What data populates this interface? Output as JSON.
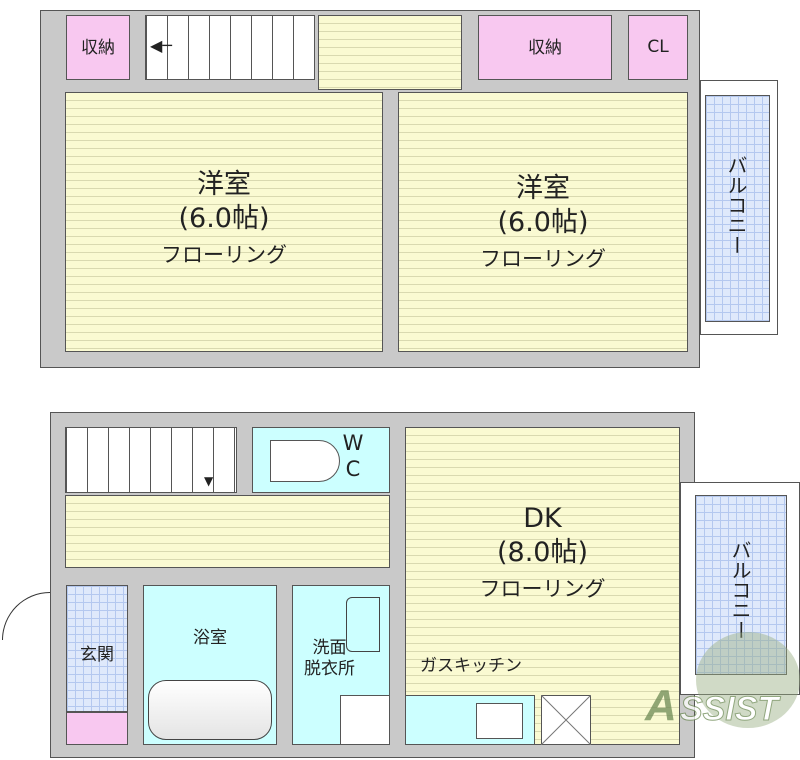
{
  "upper_floor": {
    "room_left": {
      "name": "洋室",
      "size": "(6.0帖)",
      "floor": "フローリング"
    },
    "room_right": {
      "name": "洋室",
      "size": "(6.0帖)",
      "floor": "フローリング"
    },
    "storage_left": "収納",
    "storage_right": "収納",
    "closet": "CL",
    "balcony": "バルコニー"
  },
  "lower_floor": {
    "dk": {
      "name": "DK",
      "size": "(8.0帖)",
      "floor": "フローリング"
    },
    "kitchen": "ガスキッチン",
    "wc": {
      "line1": "W",
      "line2": "C"
    },
    "bath": "浴室",
    "washroom": {
      "line1": "洗面",
      "line2": "脱衣所"
    },
    "entrance": "玄関",
    "balcony": "バルコニー"
  },
  "watermark": {
    "text": "ASSIST",
    "color": "#6d8a55"
  },
  "colors": {
    "flooring": "#fafad2",
    "wet_area": "#ccffff",
    "storage": "#f8c8f0",
    "tile": "#dfe9fb",
    "wall": "#c9c9c9"
  }
}
